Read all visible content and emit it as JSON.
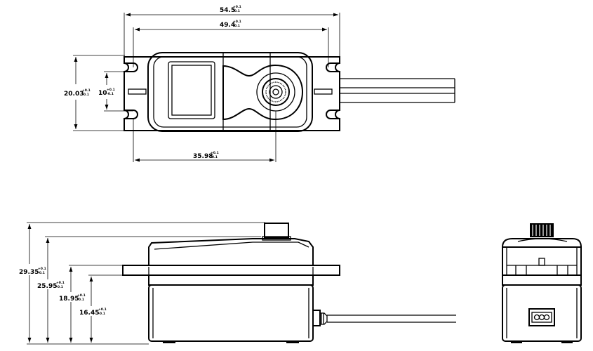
{
  "dimensions": {
    "overall_length": {
      "value": "54.5",
      "tol_plus": "+0.1",
      "tol_minus": "-0.1"
    },
    "hole_spacing_length": {
      "value": "49.4",
      "tol_plus": "+0.1",
      "tol_minus": "-0.1"
    },
    "width": {
      "value": "20.03",
      "tol_plus": "+0.1",
      "tol_minus": "-0.1"
    },
    "hole_spacing_width": {
      "value": "10",
      "tol_plus": "+0.1",
      "tol_minus": "-0.1"
    },
    "spline_offset": {
      "value": "35.98",
      "tol_plus": "+0.1",
      "tol_minus": "-0.1"
    },
    "overall_height": {
      "value": "29.35",
      "tol_plus": "+0.1",
      "tol_minus": "-0.1"
    },
    "case_height": {
      "value": "25.95",
      "tol_plus": "+0.1",
      "tol_minus": "-0.1"
    },
    "flange_top_height": {
      "value": "18.95",
      "tol_plus": "+0.1",
      "tol_minus": "-0.1"
    },
    "flange_bottom_height": {
      "value": "16.45",
      "tol_plus": "+0.1",
      "tol_minus": "-0.1"
    }
  }
}
